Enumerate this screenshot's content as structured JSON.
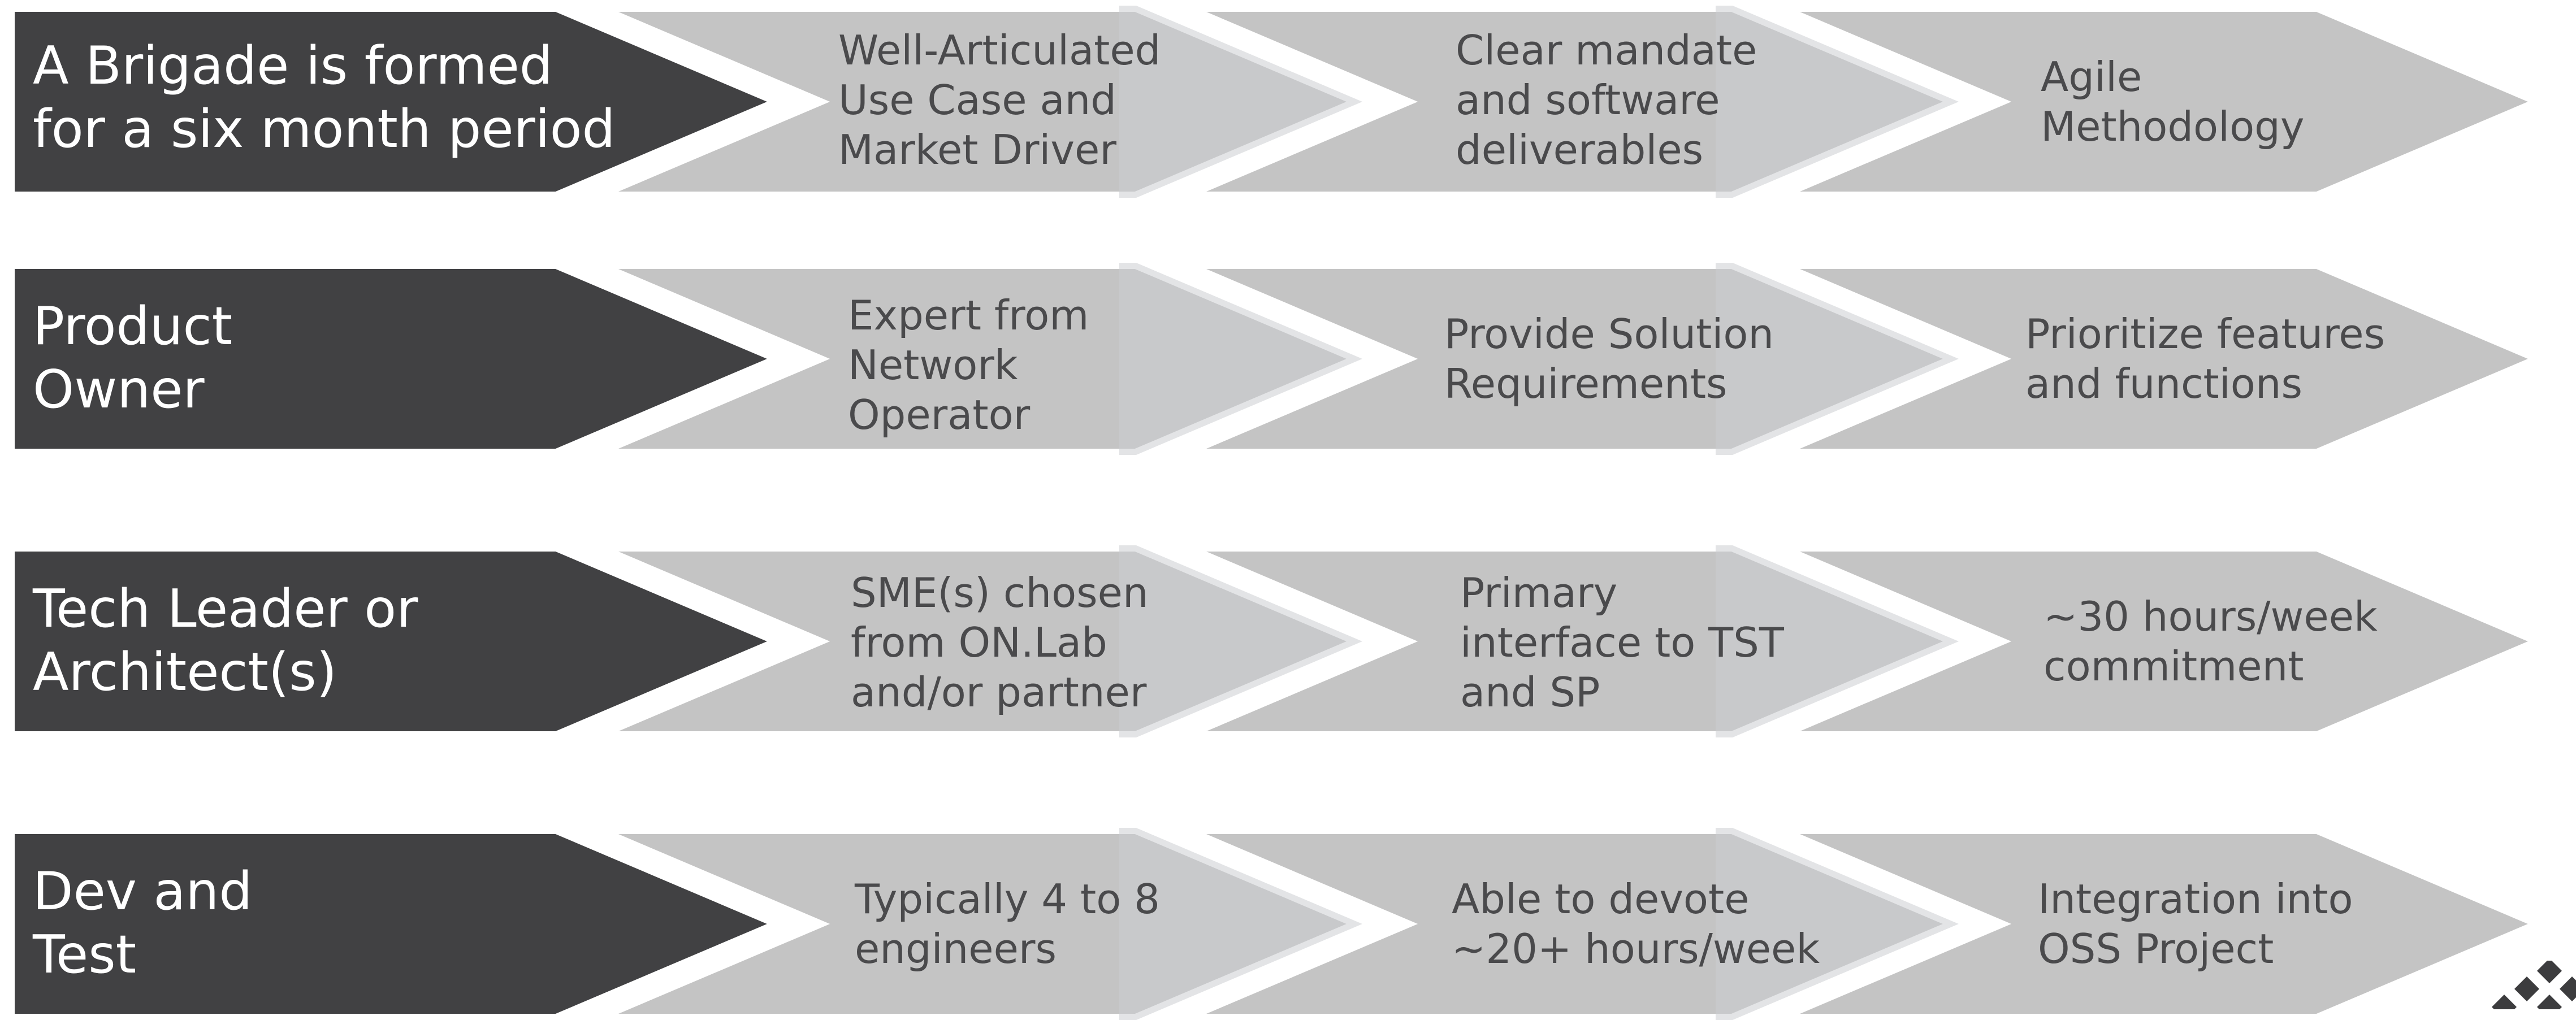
{
  "colors": {
    "header_fill": "#414143",
    "chevron_fill": "#c4c4c4",
    "chevron_overlay": "#ccced2",
    "text_dark": "#4a4a4c",
    "text_light": "#ffffff",
    "logo": "#3c3c3e"
  },
  "logo_icon": "diamond-pattern-logo",
  "rows": [
    {
      "header": "A Brigade is formed\nfor a six month period",
      "steps": [
        "Well-Articulated\nUse Case and\nMarket Driver",
        "Clear mandate\nand software\ndeliverables",
        "Agile\nMethodology"
      ]
    },
    {
      "header": "Product\nOwner",
      "steps": [
        "Expert from\nNetwork\nOperator",
        "Provide Solution\nRequirements",
        "Prioritize features\nand functions"
      ]
    },
    {
      "header": "Tech Leader or\nArchitect(s)",
      "steps": [
        "SME(s) chosen\nfrom ON.Lab\nand/or partner",
        "Primary\ninterface to TST\nand SP",
        "~30 hours/week\ncommitment"
      ]
    },
    {
      "header": "Dev and\nTest",
      "steps": [
        "Typically 4 to 8\nengineers",
        "Able to devote\n~20+ hours/week",
        "Integration into\nOSS Project"
      ]
    }
  ]
}
